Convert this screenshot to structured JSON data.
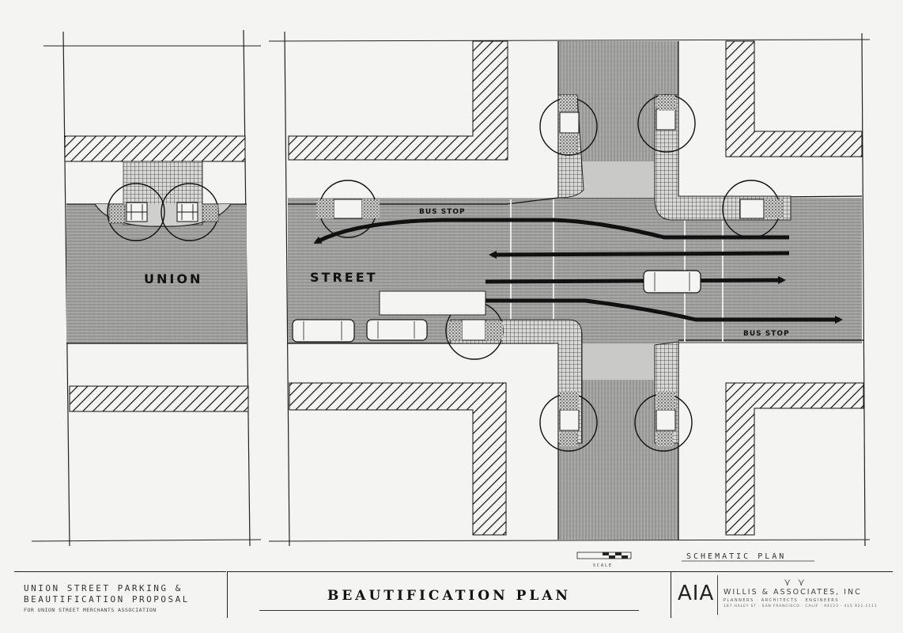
{
  "drawing": {
    "street_name_part1": "UNION",
    "street_name_part2": "STREET",
    "bus_stop_top": "BUS STOP",
    "bus_stop_bottom": "BUS STOP",
    "scale_label": "SCALE",
    "schematic_label": "SCHEMATIC PLAN"
  },
  "title_block": {
    "project_line1": "UNION STREET PARKING &",
    "project_line2": "BEAUTIFICATION PROPOSAL",
    "client_line": "FOR UNION STREET MERCHANTS ASSOCIATION",
    "plan_title": "BEAUTIFICATION PLAN",
    "aia_mark": "AIA",
    "firm_name": "WILLIS & ASSOCIATES, INC",
    "firm_services": "PLANNERS · ARCHITECTS · ENGINEERS",
    "firm_address": "187 HALEY ST · SAN FRANCISCO · CALIF · 94123 · 415 921-1111"
  },
  "colors": {
    "ink": "#111111",
    "paper": "#f4f4f2",
    "road": "#9a9a98"
  }
}
